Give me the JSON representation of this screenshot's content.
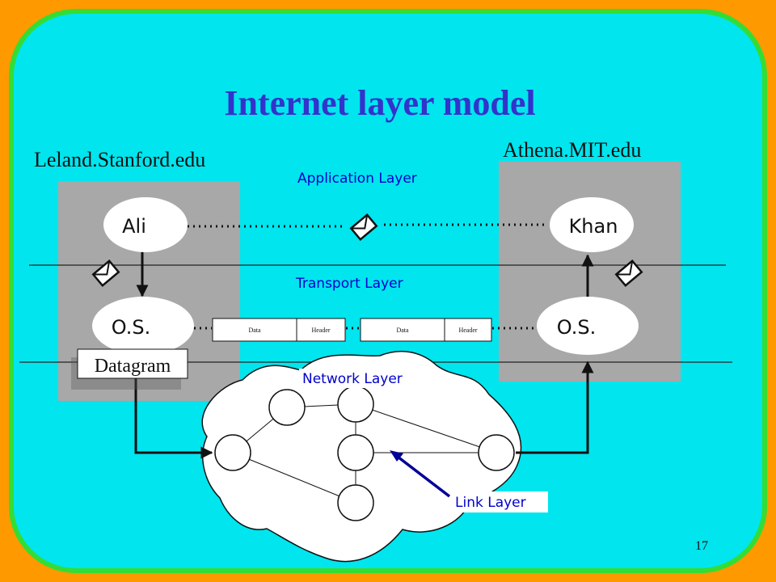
{
  "slide": {
    "title": "Internet layer model",
    "page_number": "17",
    "colors": {
      "outer_background": "#FF9900",
      "panel_fill": "#00E5EE",
      "panel_border": "#33DD33",
      "title_color": "#3333CC",
      "host_box_fill": "#A8A8A8",
      "arrow_color": "#111111",
      "link_arrow_color": "#000099",
      "cloud_fill": "#FFFFFF"
    }
  },
  "hosts": {
    "left": {
      "name": "Leland.Stanford.edu",
      "app_label": "Ali",
      "os_label": "O.S."
    },
    "right": {
      "name": "Athena.MIT.edu",
      "app_label": "Khan",
      "os_label": "O.S."
    }
  },
  "layers": {
    "application": "Application Layer",
    "transport": "Transport Layer",
    "network": "Network Layer",
    "link": "Link Layer"
  },
  "packets": [
    {
      "data_label": "Data",
      "header_label": "Header"
    },
    {
      "data_label": "Data",
      "header_label": "Header"
    }
  ],
  "datagram_label": "Datagram",
  "icons": {
    "message": "envelope-icon"
  }
}
